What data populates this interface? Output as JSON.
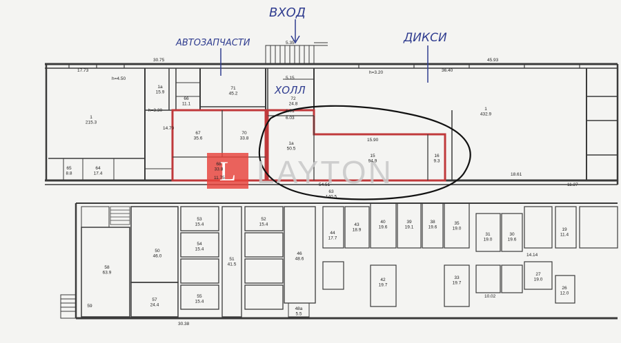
{
  "annotations": {
    "entrance": "ВХОД",
    "auto_parts": "АВТОЗАПЧАСТИ",
    "dixy": "ДИКСИ",
    "hall": "ХОЛЛ"
  },
  "watermark": {
    "text": "LAYTON",
    "badge_letter": "L",
    "badge_color": "#e8423a"
  },
  "colors": {
    "highlight": "#c0393b",
    "ink": "#2f3c8f",
    "wall": "#3a3a3a",
    "outline": "#111111"
  },
  "dims": {
    "top_left": "30.75",
    "top_mid": "17.73",
    "top_right": "45.93",
    "right_top": "36.40",
    "h450": "h=4.50",
    "h330": "h=3.30",
    "h320": "h=3.20",
    "d535": "5.35",
    "d515": "5.15",
    "d601": "6.01",
    "d603": "6.03",
    "d1590": "15.90",
    "d1861": "18.61",
    "d1127": "11.27",
    "d1175": "11.75",
    "d1470": "14.70",
    "d5451": "54.51",
    "bottom": "30.38",
    "bot2": "10.02",
    "d1414": "14.14"
  },
  "rooms": {
    "r1": "1\n215.3",
    "r1a": "1a\n15.9",
    "r1b": "1\n432.9",
    "r71": "71\n45.2",
    "r72": "72\n24.8",
    "r67": "67\n35.6",
    "r70": "70\n33.8",
    "r68": "68\n33.8",
    "r1a2": "1a\n50.5",
    "r15": "15\n94.9",
    "r16": "16\n9.3",
    "r63": "63\n140.5",
    "r64": "64\n17.4",
    "r65": "65\n8.8",
    "r66": "66\n11.1",
    "r50": "50\n46.0",
    "r51": "51\n41.5",
    "r46": "46\n48.6",
    "r58": "58\n63.9",
    "r57": "57\n24.4",
    "r59": "59",
    "r48a": "48a\n5.5",
    "r52": "52\n15.4",
    "r54": "54\n15.4",
    "r53": "53\n15.4",
    "r55": "55\n15.4",
    "r44": "44\n17.7",
    "r43": "43\n18.9",
    "r40": "40\n19.6",
    "r39": "39\n19.1",
    "r38": "38\n19.6",
    "r35": "35\n19.0",
    "r31": "31\n19.0",
    "r30": "30\n19.6",
    "r42": "42\n19.7",
    "r33": "33\n19.7",
    "r27": "27\n19.0",
    "r26": "26\n12.0",
    "r19": "19\n11.4"
  }
}
